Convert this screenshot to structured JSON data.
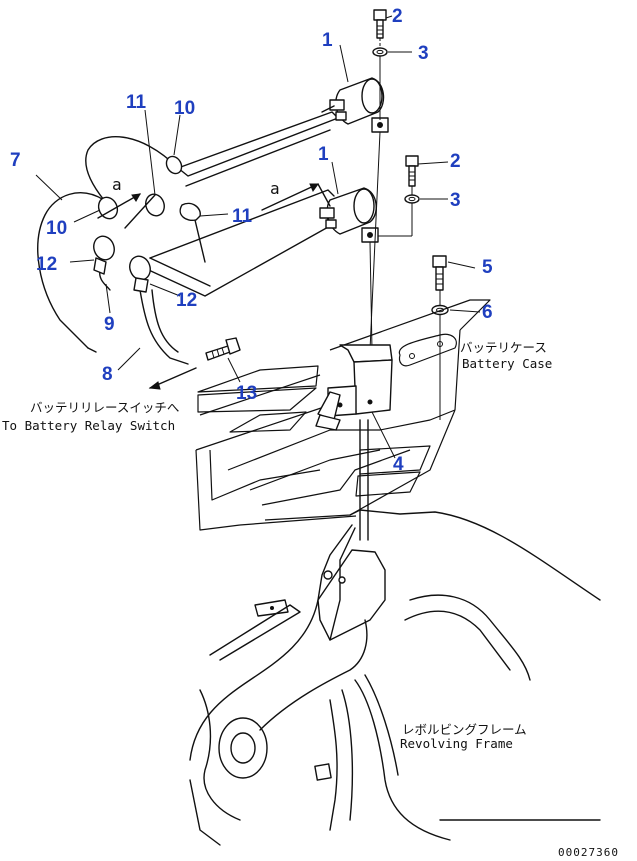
{
  "callouts": [
    {
      "id": "1",
      "label": "1"
    },
    {
      "id": "2",
      "label": "2"
    },
    {
      "id": "3",
      "label": "3"
    },
    {
      "id": "1b",
      "label": "1"
    },
    {
      "id": "2b",
      "label": "2"
    },
    {
      "id": "3b",
      "label": "3"
    },
    {
      "id": "4",
      "label": "4"
    },
    {
      "id": "5",
      "label": "5"
    },
    {
      "id": "6",
      "label": "6"
    },
    {
      "id": "7",
      "label": "7"
    },
    {
      "id": "8",
      "label": "8"
    },
    {
      "id": "9",
      "label": "9"
    },
    {
      "id": "10",
      "label": "10"
    },
    {
      "id": "10b",
      "label": "10"
    },
    {
      "id": "11",
      "label": "11"
    },
    {
      "id": "11b",
      "label": "11"
    },
    {
      "id": "12",
      "label": "12"
    },
    {
      "id": "12b",
      "label": "12"
    },
    {
      "id": "13",
      "label": "13"
    }
  ],
  "view_markers": {
    "a1": "a",
    "a2": "a"
  },
  "labels": {
    "battery_case_jp": "バッテリケース",
    "battery_case_en": "Battery Case",
    "relay_switch_jp": "バッテリリレースイッチへ",
    "relay_switch_en": "To Battery Relay Switch",
    "frame_jp": "レボルビングフレーム",
    "frame_en": "Revolving Frame"
  },
  "drawing_code": "00027360",
  "colors": {
    "callout": "#1f3fbf",
    "line": "#111111"
  }
}
